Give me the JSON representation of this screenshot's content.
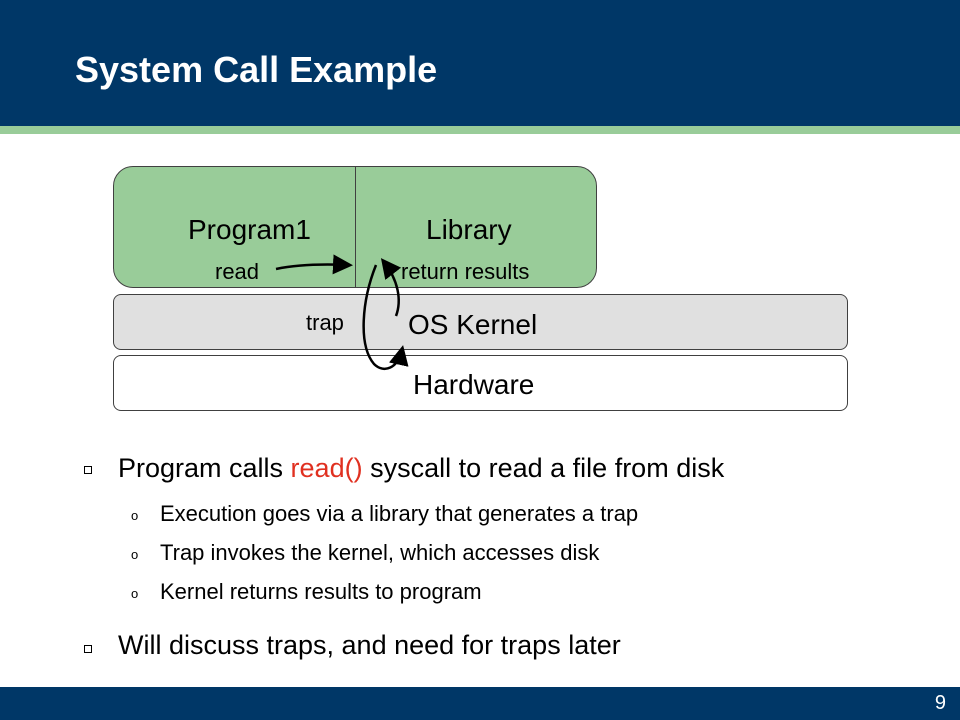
{
  "slide": {
    "title": "System Call Example",
    "page_number": "9"
  },
  "diagram": {
    "program_label": "Program1",
    "library_label": "Library",
    "read_label": "read",
    "return_label": "return results",
    "trap_label": "trap",
    "kernel_label": "OS Kernel",
    "hardware_label": "Hardware"
  },
  "bullets": [
    {
      "parts": [
        "Program calls ",
        "read()",
        " syscall to read a file from disk"
      ],
      "highlight_color": "#e03020",
      "sub": [
        "Execution goes via a library that generates a trap",
        "Trap invokes the kernel, which accesses disk",
        "Kernel returns results to program"
      ]
    },
    {
      "text": "Will discuss traps, and need for traps later"
    }
  ],
  "colors": {
    "header": "#003767",
    "stripe": "#99cc99",
    "user_box": "#99cc99",
    "kernel_box": "#e0e0e0"
  }
}
